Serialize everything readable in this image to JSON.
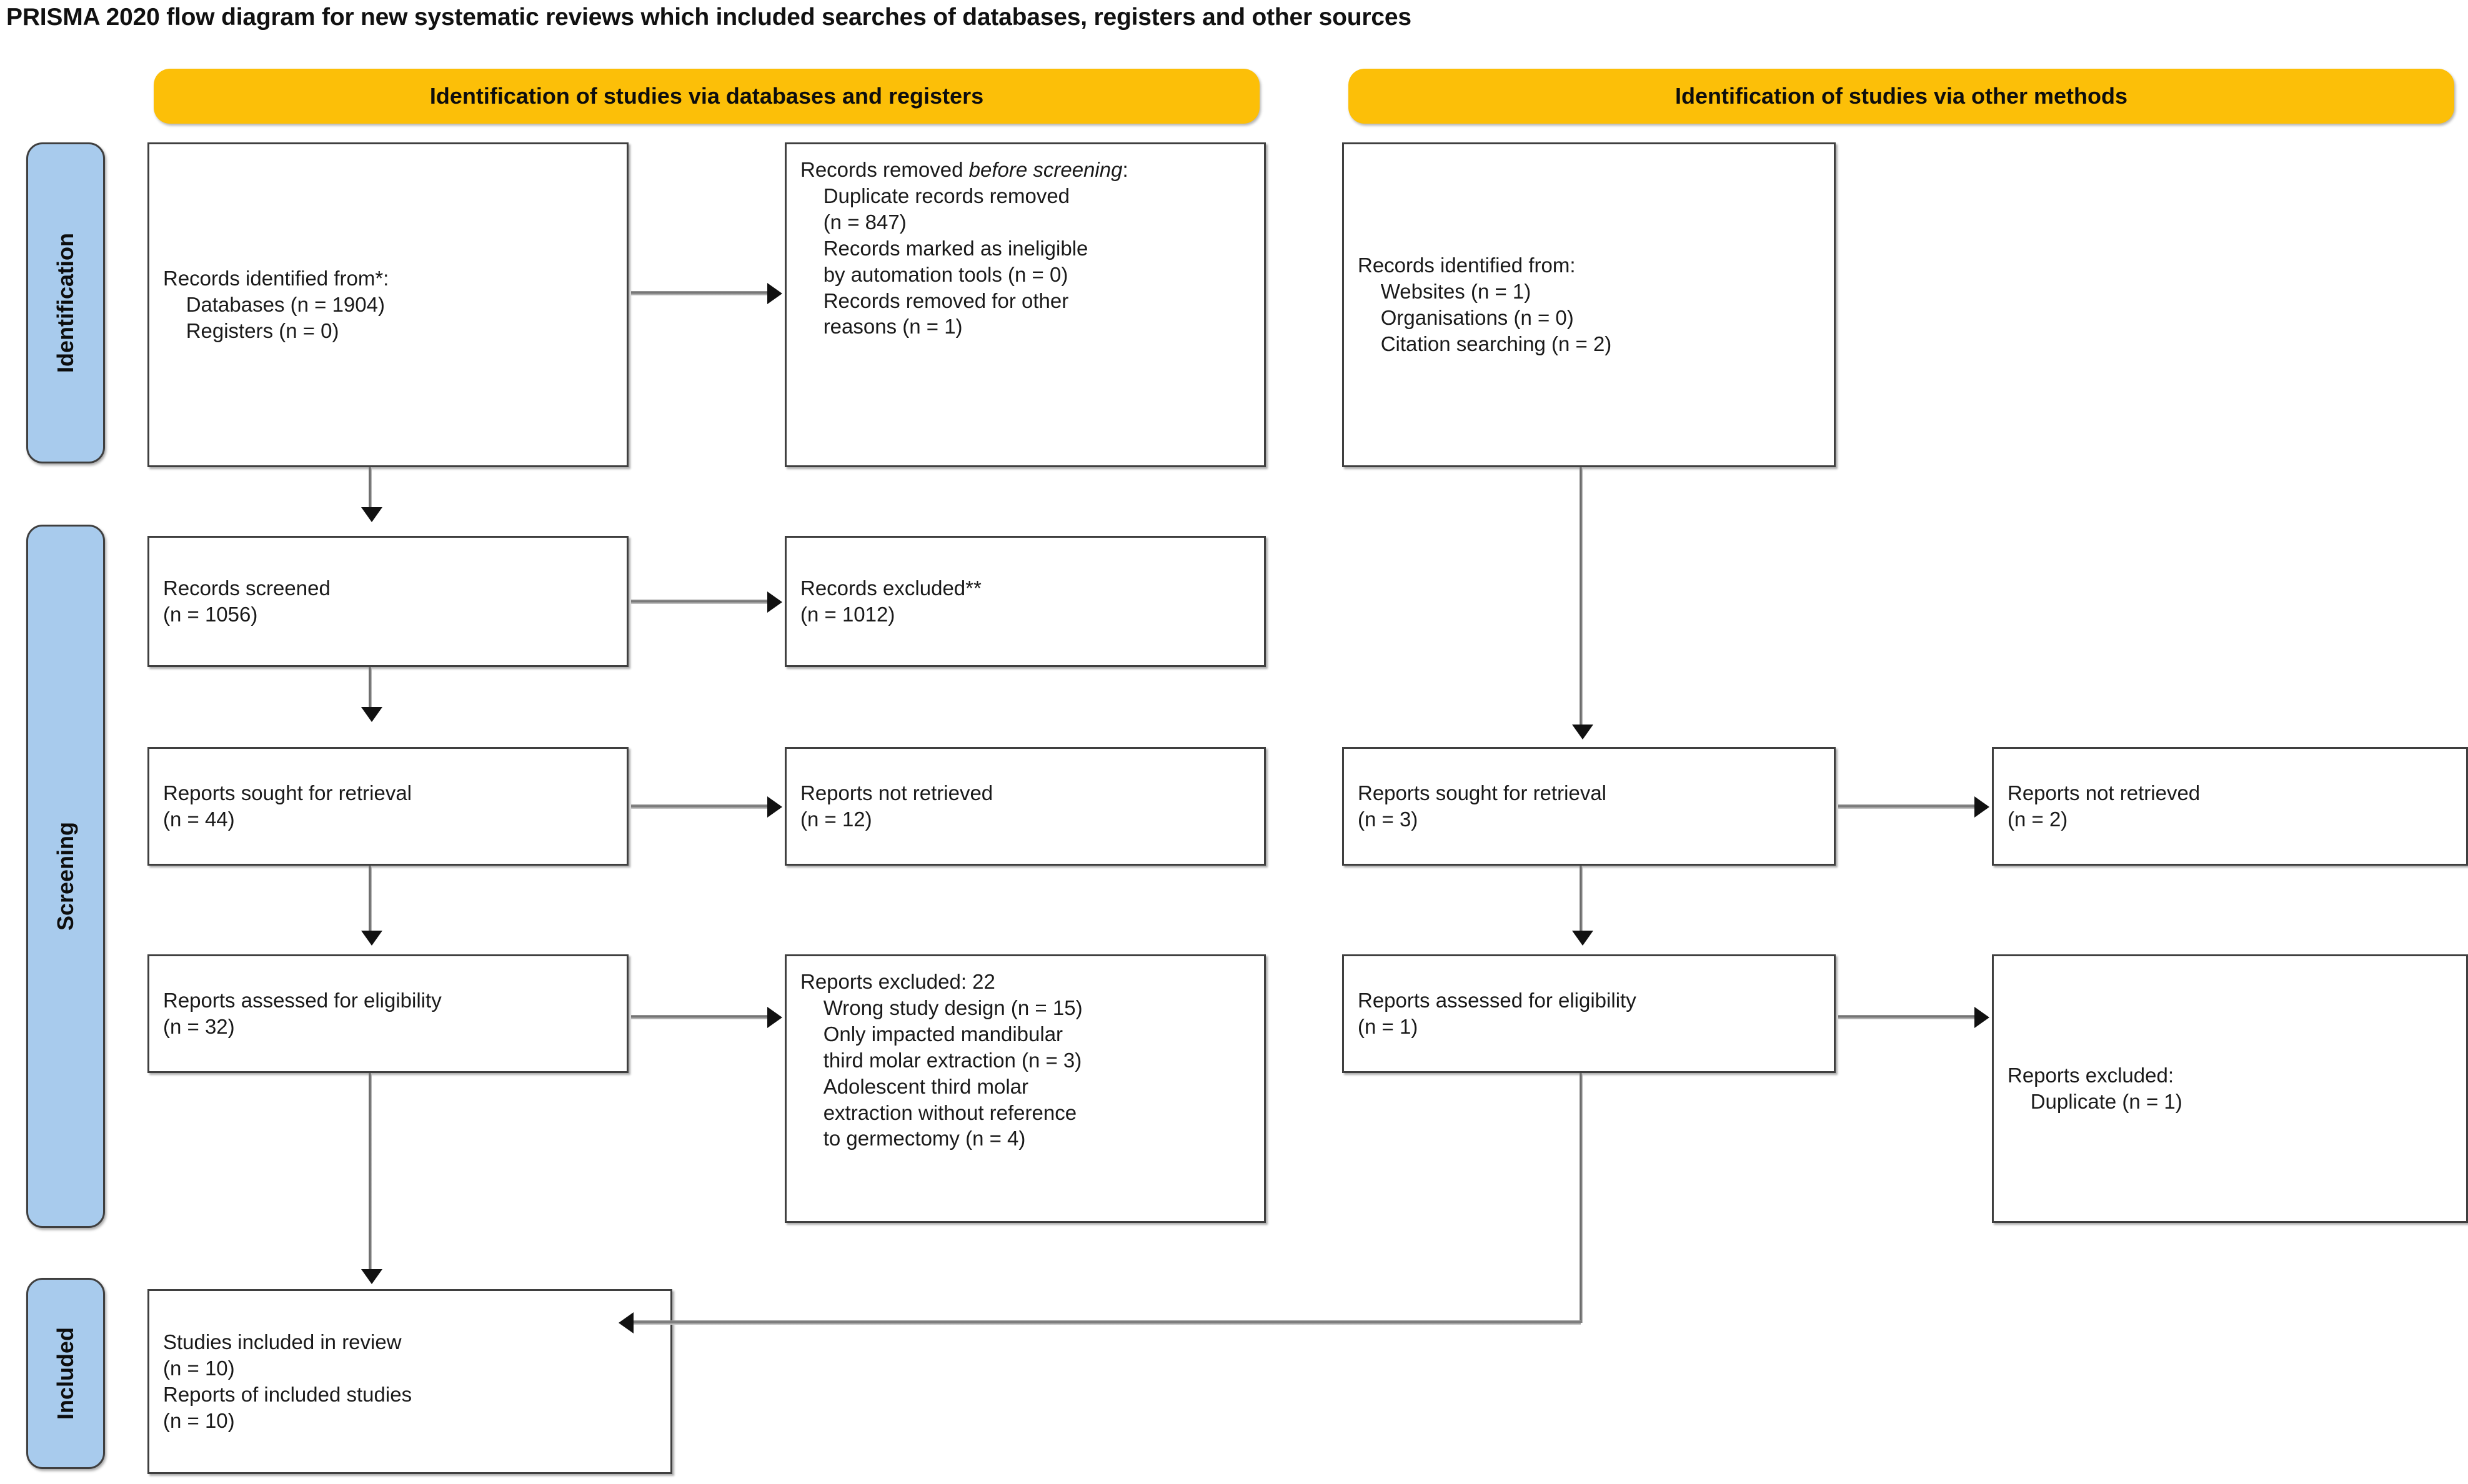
{
  "title": "PRISMA 2020 flow diagram for new systematic reviews which included searches of databases, registers and other sources",
  "stage_labels": {
    "identification": "Identification",
    "screening": "Screening",
    "included": "Included"
  },
  "section_headers": {
    "databases": "Identification of studies via databases and registers",
    "other": "Identification of studies via other methods"
  },
  "boxes": {
    "records_identified": {
      "line1": "Records identified from*:",
      "line2": "    Databases (n = 1904)",
      "line3": "    Registers (n = 0)"
    },
    "records_removed": {
      "heading_plain": "Records removed ",
      "heading_italic": "before screening",
      "heading_colon": ":",
      "line1": "    Duplicate records removed",
      "line2": "    (n = 847)",
      "line3": "    Records marked as ineligible",
      "line4": "    by automation tools (n = 0)",
      "line5": "    Records removed for other",
      "line6": "    reasons (n = 1)"
    },
    "records_screened": {
      "line1": "Records screened",
      "line2": "(n = 1056)"
    },
    "records_excluded": {
      "line1": "Records excluded**",
      "line2": "(n = 1012)"
    },
    "reports_sought_db": {
      "line1": "Reports sought for retrieval",
      "line2": "(n = 44)"
    },
    "reports_not_retrieved_db": {
      "line1": "Reports not retrieved",
      "line2": "(n = 12)"
    },
    "reports_assessed_db": {
      "line1": "Reports assessed for eligibility",
      "line2": "(n = 32)"
    },
    "reports_excluded_db": {
      "line1": "Reports excluded: 22",
      "line2": "    Wrong study design (n = 15)",
      "line3": "    Only impacted mandibular",
      "line4": "    third molar extraction (n = 3)",
      "line5": "    Adolescent third molar",
      "line6": "    extraction without reference",
      "line7": "    to germectomy (n = 4)"
    },
    "studies_included": {
      "line1": "Studies included in review",
      "line2": "(n = 10)",
      "line3": "Reports of included studies",
      "line4": "(n = 10)"
    },
    "records_identified_other": {
      "line1": "Records identified from:",
      "line2": "    Websites (n = 1)",
      "line3": "    Organisations (n = 0)",
      "line4": "    Citation searching (n = 2)"
    },
    "reports_sought_other": {
      "line1": "Reports sought for retrieval",
      "line2": "(n = 3)"
    },
    "reports_not_retrieved_other": {
      "line1": "Reports not retrieved",
      "line2": "(n = 2)"
    },
    "reports_assessed_other": {
      "line1": "Reports assessed for eligibility",
      "line2": "(n = 1)"
    },
    "reports_excluded_other": {
      "line1": "Reports excluded:",
      "line2": "    Duplicate (n = 1)"
    }
  },
  "colors": {
    "header_yellow": "#fcbf08",
    "stage_blue": "#a8cbed",
    "box_border": "#3f3f3f",
    "text": "#1a1a1a"
  }
}
